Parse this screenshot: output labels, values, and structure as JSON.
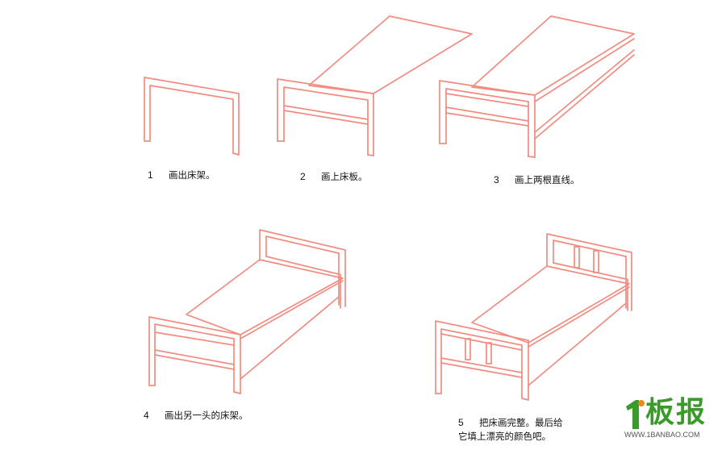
{
  "steps": [
    {
      "number": "1",
      "text": "画出床架。"
    },
    {
      "number": "2",
      "text": "画上床板。"
    },
    {
      "number": "3",
      "text": "画上两根直线。"
    },
    {
      "number": "4",
      "text": "画出另一头的床架。"
    },
    {
      "number": "5",
      "line1": "把床画完整。最后给",
      "line2": "它填上漂亮的颜色吧。"
    }
  ],
  "logo": {
    "text": "板报",
    "url": "WWW.1BANBAO.COM"
  },
  "colors": {
    "line": "#f08c80",
    "logo_green": "#3a9a2a",
    "logo_orange": "#e88a1a"
  }
}
